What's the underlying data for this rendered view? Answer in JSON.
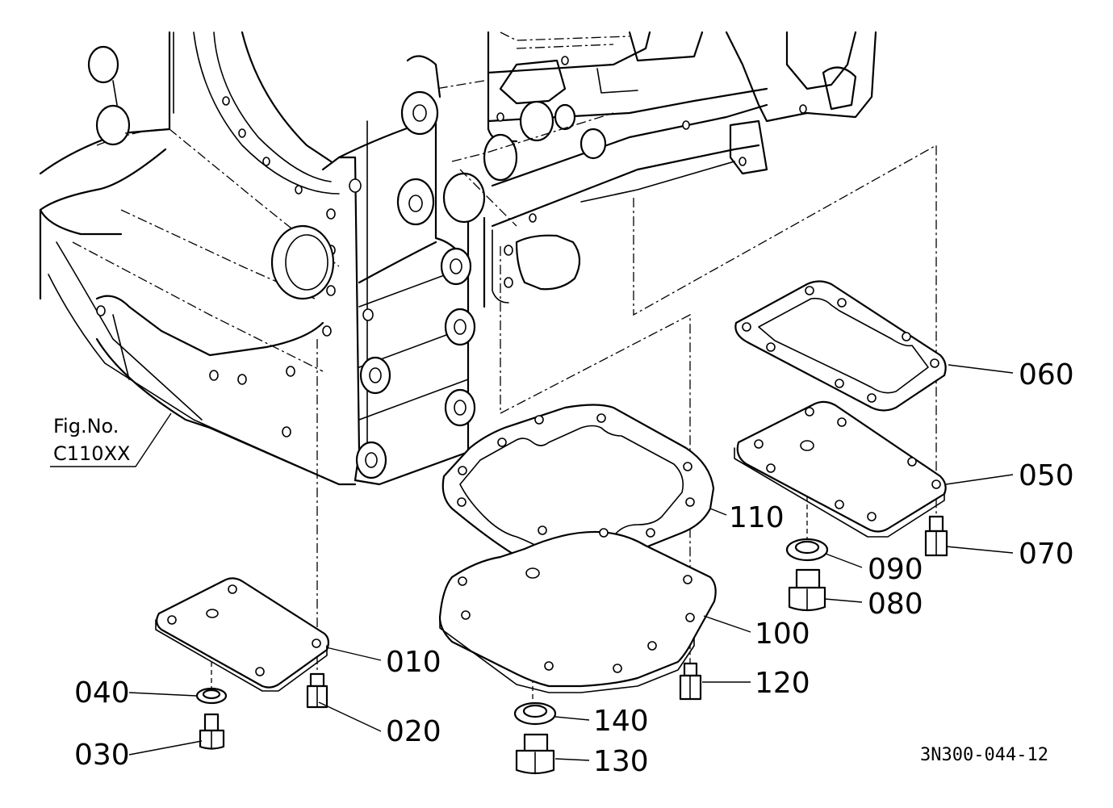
{
  "diagram": {
    "figure_ref": {
      "line1": "Fig.No.",
      "line2": "C110XX"
    },
    "drawing_code": "3N300-044-12",
    "parts": {
      "p010": "010",
      "p020": "020",
      "p030": "030",
      "p040": "040",
      "p050": "050",
      "p060": "060",
      "p070": "070",
      "p080": "080",
      "p090": "090",
      "p100": "100",
      "p110": "110",
      "p120": "120",
      "p130": "130",
      "p140": "140"
    }
  }
}
